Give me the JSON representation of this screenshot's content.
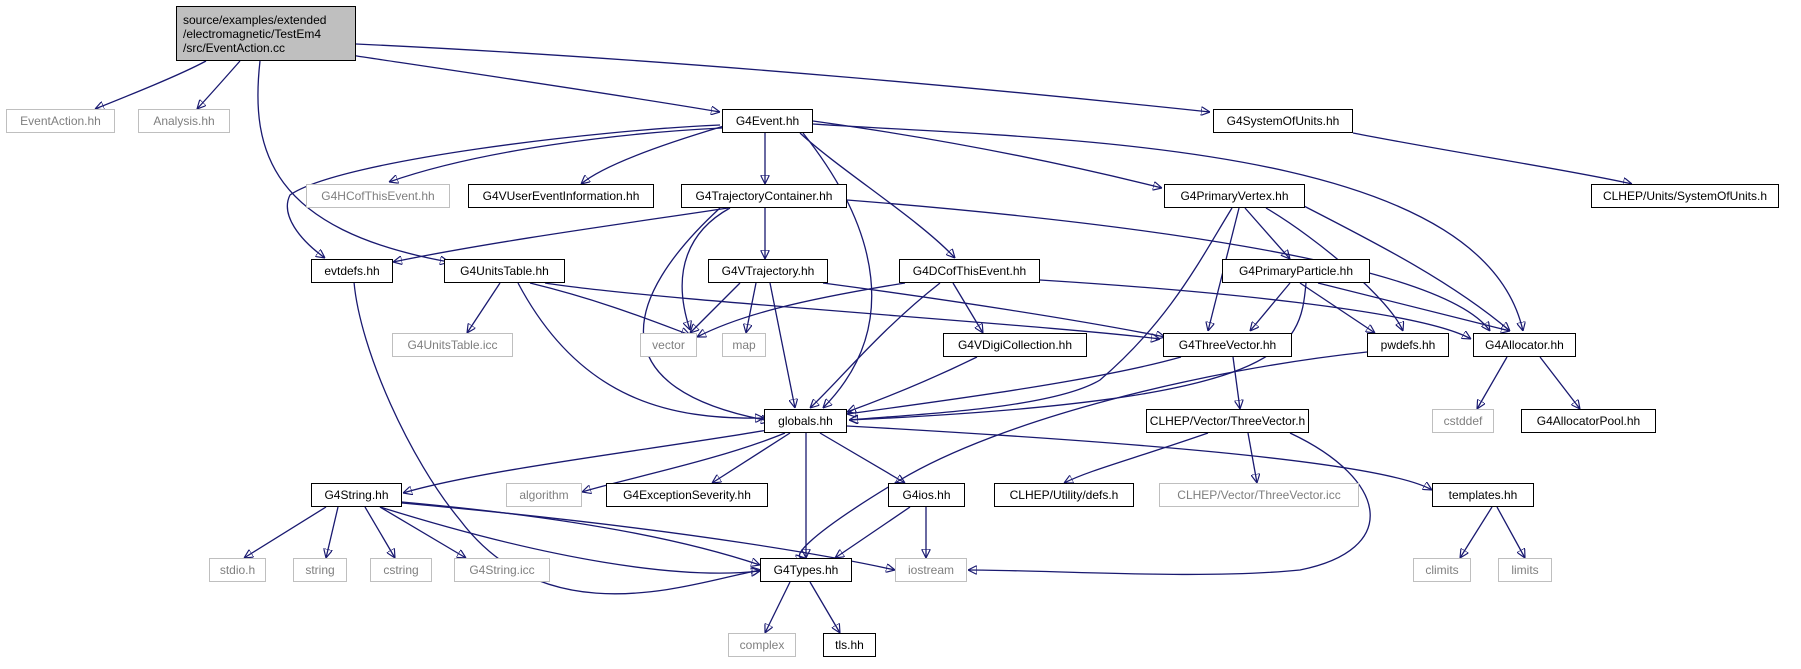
{
  "root": {
    "lines": [
      "source/examples/extended",
      "/electromagnetic/TestEm4",
      "/src/EventAction.cc"
    ]
  },
  "nodes": {
    "EventAction_hh": "EventAction.hh",
    "Analysis_hh": "Analysis.hh",
    "G4Event_hh": "G4Event.hh",
    "G4SystemOfUnits_hh": "G4SystemOfUnits.hh",
    "G4HCofThisEvent_hh": "G4HCofThisEvent.hh",
    "G4VUserEventInformation_hh": "G4VUserEventInformation.hh",
    "G4TrajectoryContainer_hh": "G4TrajectoryContainer.hh",
    "G4PrimaryVertex_hh": "G4PrimaryVertex.hh",
    "CLHEP_SystemOfUnits_h": "CLHEP/Units/SystemOfUnits.h",
    "evtdefs_hh": "evtdefs.hh",
    "G4UnitsTable_hh": "G4UnitsTable.hh",
    "G4VTrajectory_hh": "G4VTrajectory.hh",
    "G4DCofThisEvent_hh": "G4DCofThisEvent.hh",
    "G4PrimaryParticle_hh": "G4PrimaryParticle.hh",
    "G4UnitsTable_icc": "G4UnitsTable.icc",
    "vector": "vector",
    "map": "map",
    "G4VDigiCollection_hh": "G4VDigiCollection.hh",
    "G4ThreeVector_hh": "G4ThreeVector.hh",
    "pwdefs_hh": "pwdefs.hh",
    "G4Allocator_hh": "G4Allocator.hh",
    "globals_hh": "globals.hh",
    "CLHEP_ThreeVector_h": "CLHEP/Vector/ThreeVector.h",
    "cstddef": "cstddef",
    "G4AllocatorPool_hh": "G4AllocatorPool.hh",
    "G4String_hh": "G4String.hh",
    "algorithm": "algorithm",
    "G4ExceptionSeverity_hh": "G4ExceptionSeverity.hh",
    "G4ios_hh": "G4ios.hh",
    "CLHEP_defs_h": "CLHEP/Utility/defs.h",
    "CLHEP_ThreeVector_icc": "CLHEP/Vector/ThreeVector.icc",
    "templates_hh": "templates.hh",
    "stdio_h": "stdio.h",
    "string": "string",
    "cstring": "cstring",
    "G4String_icc": "G4String.icc",
    "G4Types_hh": "G4Types.hh",
    "iostream": "iostream",
    "climits": "climits",
    "limits": "limits",
    "complex": "complex",
    "tls_hh": "tls.hh"
  },
  "colors": {
    "edge": "#191970",
    "root_fill": "#bfbfbf",
    "node_border": "#000000",
    "external_border": "#bfbfbf",
    "external_text": "#7f7f7f"
  }
}
